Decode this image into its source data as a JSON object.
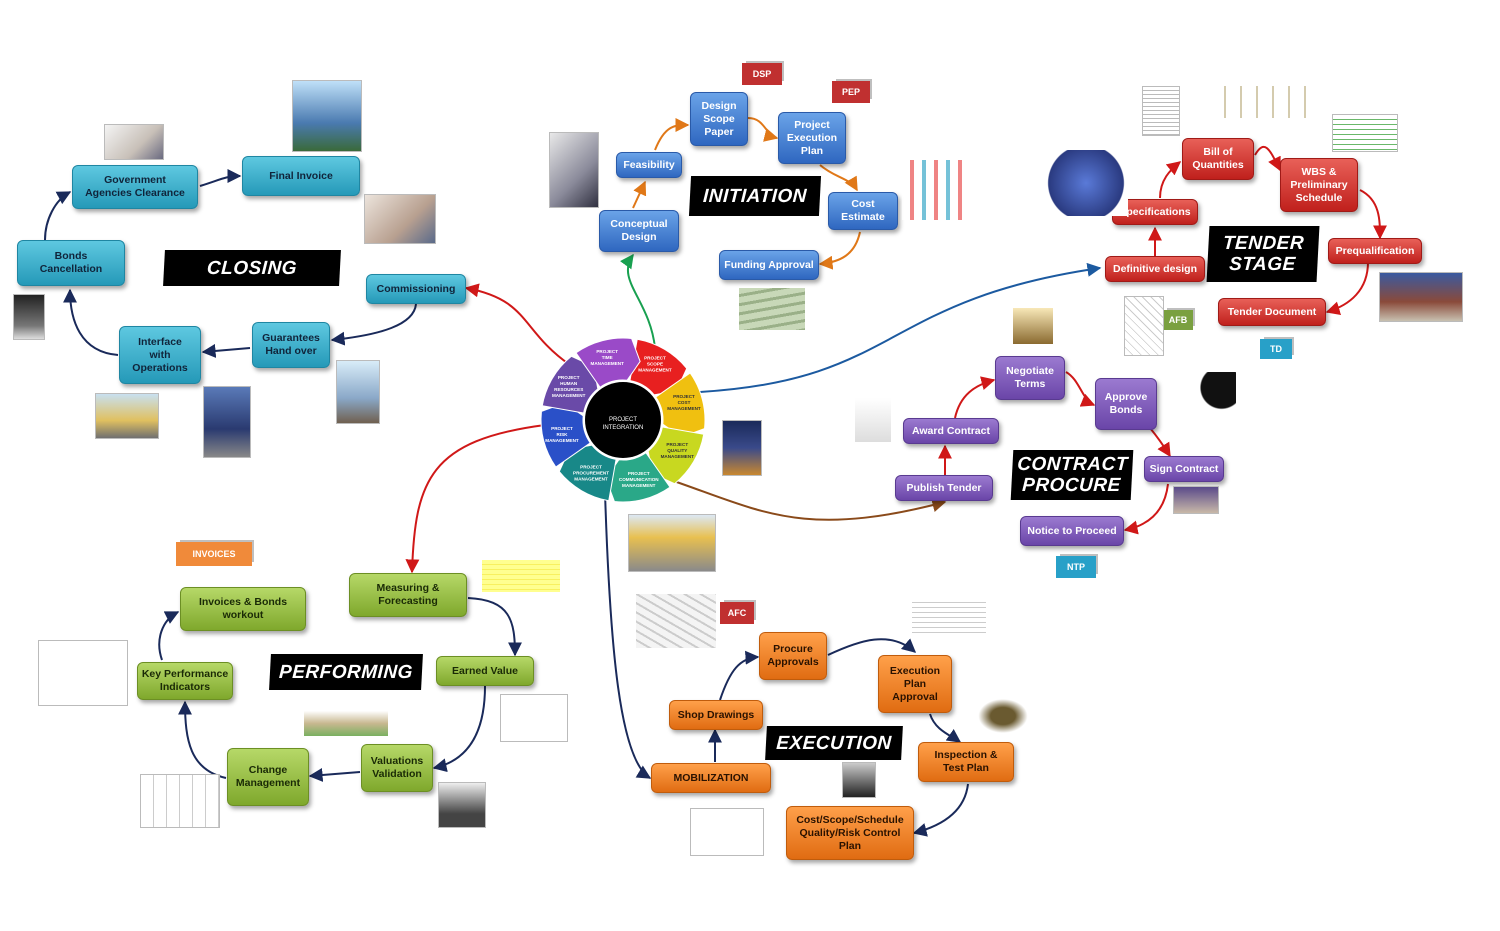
{
  "center": {
    "label": "PROJECT INTEGRATION",
    "segments": [
      "PROJECT SCOPE MANAGEMENT",
      "PROJECT COST MANAGEMENT",
      "PROJECT QUALITY MANAGEMENT",
      "PROJECT COMMUNICATION MANAGEMENT",
      "PROJECT PROCUREMENT MANAGEMENT",
      "PROJECT RISK MANAGEMENT",
      "PROJECT HUMAN RESOURCES MANAGEMENT",
      "PROJECT TIME MANAGEMENT"
    ]
  },
  "stages": {
    "initiation": "INITIATION",
    "tender": "TENDER\nSTAGE",
    "contract": "CONTRACT\nPROCURE",
    "execution": "EXECUTION",
    "performing": "PERFORMING",
    "closing": "CLOSING"
  },
  "initiation": {
    "conceptual_design": "Conceptual\nDesign",
    "feasibility": "Feasibility",
    "design_scope_paper": "Design\nScope\nPaper",
    "project_execution_plan": "Project\nExecution\nPlan",
    "cost_estimate": "Cost\nEstimate",
    "funding_approval": "Funding Approval",
    "dsp_tag": "DSP",
    "pep_tag": "PEP"
  },
  "tender": {
    "definitive_design": "Definitive design",
    "specifications": "Specifications",
    "bill_of_quantities": "Bill of\nQuantities",
    "wbs_schedule": "WBS &\nPreliminary\nSchedule",
    "prequalification": "Prequalification",
    "tender_document": "Tender Document",
    "afb_tag": "AFB",
    "td_tag": "TD"
  },
  "contract": {
    "publish_tender": "Publish Tender",
    "award_contract": "Award Contract",
    "negotiate_terms": "Negotiate\nTerms",
    "approve_bonds": "Approve\nBonds",
    "sign_contract": "Sign Contract",
    "notice_to_proceed": "Notice to Proceed",
    "ntp_tag": "NTP"
  },
  "execution": {
    "mobilization": "MOBILIZATION",
    "shop_drawings": "Shop Drawings",
    "procure_approvals": "Procure\nApprovals",
    "execution_plan_approval": "Execution\nPlan\nApproval",
    "inspection_test_plan": "Inspection &\nTest Plan",
    "control_plan": "Cost/Scope/Schedule\nQuality/Risk Control\nPlan",
    "afc_tag": "AFC"
  },
  "performing": {
    "measuring_forecasting": "Measuring &\nForecasting",
    "earned_value": "Earned Value",
    "valuations_validation": "Valuations\nValidation",
    "change_management": "Change\nManagement",
    "kpi": "Key Performance\nIndicators",
    "invoices_bonds": "Invoices & Bonds\nworkout",
    "invoices_tag": "INVOICES"
  },
  "closing": {
    "commissioning": "Commissioning",
    "guarantees": "Guarantees\nHand over",
    "interface_operations": "Interface\nwith\nOperations",
    "bonds_cancellation": "Bonds\nCancellation",
    "government_clearance": "Government\nAgencies Clearance",
    "final_invoice": "Final Invoice"
  },
  "colors": {
    "initiation": "#2f67c0",
    "tender": "#c0201c",
    "contract": "#6a45a8",
    "execution": "#e06c12",
    "performing": "#7fa82c",
    "closing": "#2599b8",
    "arrow_dark": "#1a2a5a"
  }
}
